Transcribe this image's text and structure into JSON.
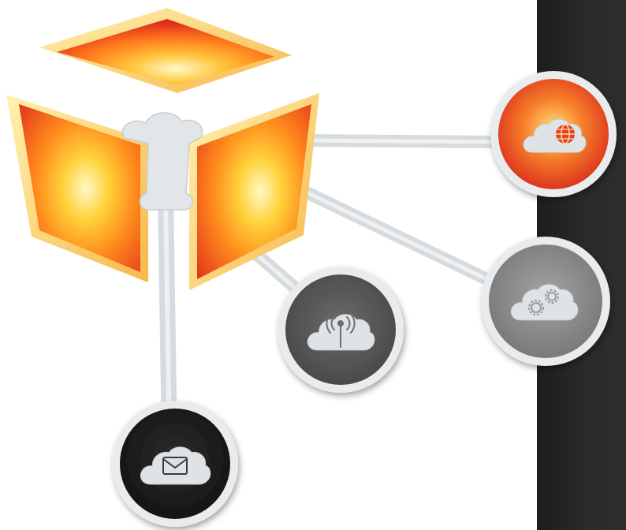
{
  "graphic": {
    "background_color": "#ffffff",
    "side_panel_color": "#262626",
    "connector_color": "#d9dde0",
    "cube": {
      "icon": "cube-icon",
      "glow_center": "#fff6b0",
      "glow_mid": "#ff9a1a",
      "glow_edge": "#e8321c"
    },
    "nodes": [
      {
        "id": "globe-cloud",
        "icon": "globe-icon",
        "theme": "orange",
        "fill": "#ee5a2a"
      },
      {
        "id": "gears-cloud",
        "icon": "gears-icon",
        "theme": "gray",
        "fill": "#8c8c8c"
      },
      {
        "id": "antenna-cloud",
        "icon": "antenna-icon",
        "theme": "dark-gray",
        "fill": "#5a5a5a"
      },
      {
        "id": "mail-cloud",
        "icon": "mail-icon",
        "theme": "black",
        "fill": "#1e1e1e"
      }
    ]
  }
}
